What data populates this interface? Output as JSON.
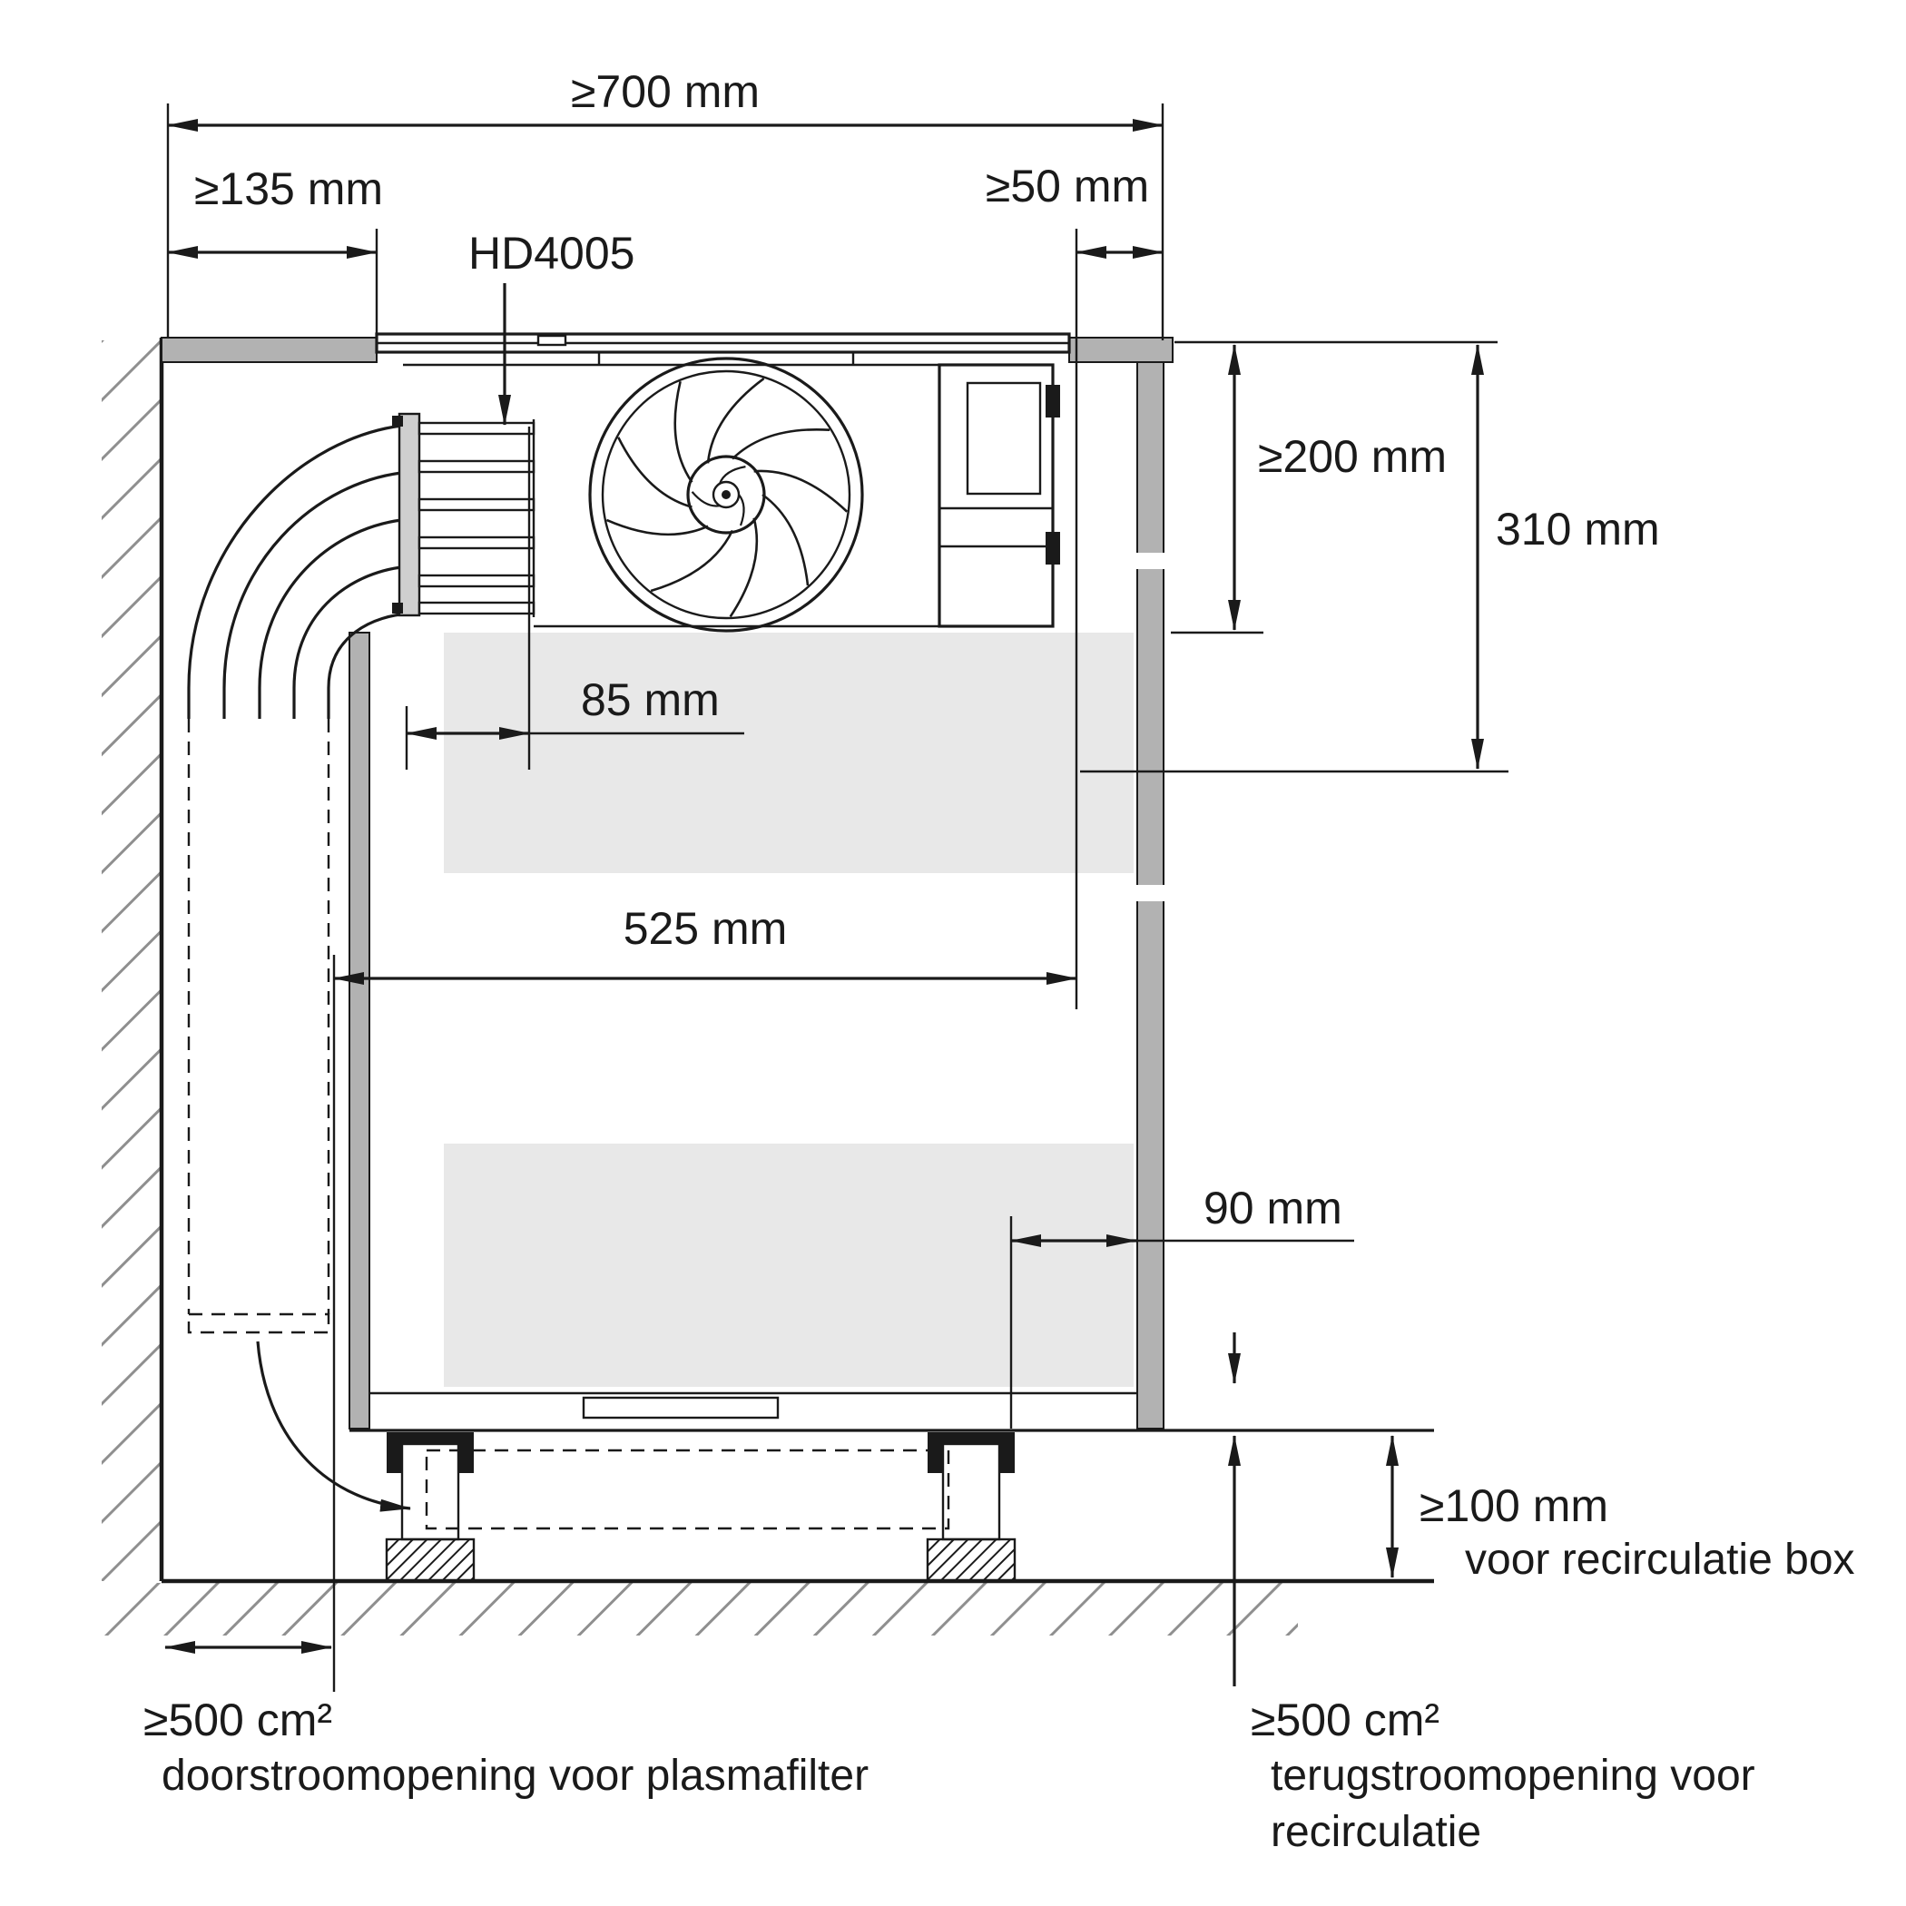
{
  "diagram": {
    "model_label": "HD4005",
    "dimensions": {
      "top_width": "≥700 mm",
      "left_offset": "≥135 mm",
      "right_offset": "≥50 mm",
      "depth_upper": "≥200 mm",
      "depth_total": "310 mm",
      "duct_offset": "85 mm",
      "cabinet_width": "525 mm",
      "rear_gap": "90 mm",
      "plinth_height": "≥100 mm"
    },
    "captions": {
      "plinth_note": "voor recirculatie box",
      "left_area": "≥500 cm²",
      "left_area_note": "doorstroomopening voor plasmafilter",
      "right_area": "≥500 cm²",
      "right_area_note_line1": "terugstroomopening voor",
      "right_area_note_line2": "recirculatie"
    },
    "colors": {
      "line": "#1a1a1a",
      "panel_gray": "#b2b2b2",
      "drawer_gray": "#e8e8e8",
      "hatch_gray": "#8f8f8f"
    }
  }
}
